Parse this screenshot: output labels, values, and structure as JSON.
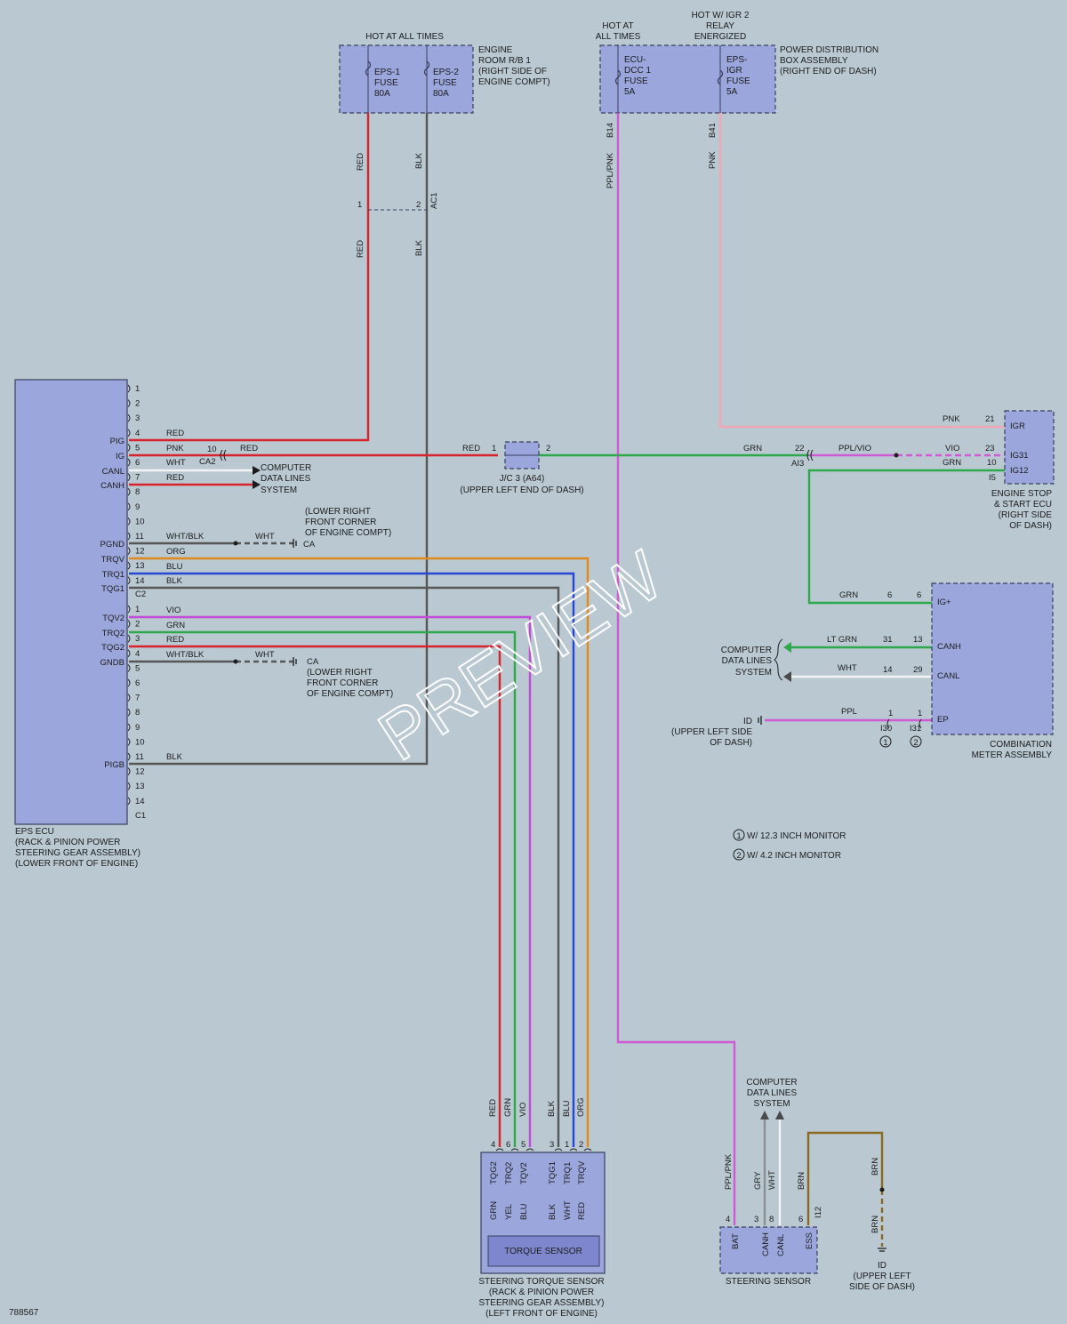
{
  "diagram_id": "788567",
  "watermark": "PREVIEW",
  "colors": {
    "red": "#d8232a",
    "blk": "#565656",
    "pnk": "#f2a7b9",
    "ppl_pnk": "#cf5ad4",
    "grn": "#2ea84a",
    "vio": "#c44ad8",
    "org": "#e08a1e",
    "blu": "#2646d8",
    "yel": "#e6d22e",
    "wht": "#f4f4f4",
    "brn": "#8a6a22",
    "gry": "#8e8e8e",
    "component": "#9ba6dc",
    "background": "#b9c8d1"
  },
  "fuse_box_1": {
    "header": "HOT AT ALL TIMES",
    "location": [
      "ENGINE",
      "ROOM R/B 1",
      "(RIGHT SIDE OF",
      "ENGINE COMPT)"
    ],
    "fuse_a": [
      "EPS-1",
      "FUSE",
      "80A"
    ],
    "fuse_b": [
      "EPS-2",
      "FUSE",
      "80A"
    ]
  },
  "fuse_box_2": {
    "header_a": [
      "HOT AT",
      "ALL TIMES"
    ],
    "header_b": [
      "HOT W/ IGR 2",
      "RELAY",
      "ENERGIZED"
    ],
    "location": [
      "POWER DISTRIBUTION",
      "BOX ASSEMBLY",
      "(RIGHT END OF DASH)"
    ],
    "fuse_a": [
      "ECU-",
      "DCC 1",
      "FUSE",
      "5A"
    ],
    "fuse_b": [
      "EPS-",
      "IGR",
      "FUSE",
      "5A"
    ],
    "pin_a": "B14",
    "pin_b": "B41"
  },
  "eps_ecu": {
    "label": [
      "EPS ECU",
      "(RACK & PINION POWER",
      "STEERING GEAR ASSEMBLY)",
      "(LOWER FRONT OF ENGINE)"
    ],
    "c2_pins": [
      "1",
      "2",
      "3",
      "4",
      "5",
      "6",
      "7",
      "8",
      "9",
      "10",
      "11",
      "12",
      "13",
      "14"
    ],
    "c1_pins": [
      "1",
      "2",
      "3",
      "4",
      "5",
      "6",
      "7",
      "8",
      "9",
      "10",
      "11",
      "12",
      "13",
      "14"
    ],
    "c2_name": "C2",
    "c1_name": "C1",
    "terminals": [
      "PIG",
      "IG",
      "CANL",
      "CANH",
      "PGND",
      "TRQV",
      "TRQ1",
      "TQG1",
      "TQV2",
      "TRQ2",
      "TQG2",
      "GNDB",
      "PIGB"
    ]
  },
  "wires": {
    "red": "RED",
    "blk": "BLK",
    "ppl_pnk": "PPL/PNK",
    "pnk": "PNK",
    "wht": "WHT",
    "wht_blk": "WHT/BLK",
    "org": "ORG",
    "blu": "BLU",
    "vio": "VIO",
    "grn": "GRN",
    "ppl_vio": "PPL/VIO",
    "lt_grn": "LT GRN",
    "ppl": "PPL",
    "brn": "BRN",
    "gry": "GRY",
    "yel": "YEL"
  },
  "connectors": {
    "ac1": "AC1",
    "ac1_pin1": "1",
    "ac1_pin2": "2",
    "ca2": "CA2",
    "ca2_pin": "10",
    "jc3": "J/C 3 (A64)",
    "jc3_loc": "(UPPER LEFT END OF DASH)",
    "jc3_pin1": "1",
    "jc3_pin2": "2",
    "ai3": "AI3",
    "ai3_pin": "22",
    "i5": "I5",
    "i30": "I30",
    "i31": "I31",
    "i12": "I12",
    "ca": "CA",
    "id": "ID"
  },
  "ground_ca": [
    "(LOWER RIGHT",
    "FRONT CORNER",
    "OF ENGINE COMPT)"
  ],
  "computer_data_lines": [
    "COMPUTER",
    "DATA LINES",
    "SYSTEM"
  ],
  "engine_stop_ecu": {
    "label": [
      "ENGINE STOP",
      "& START ECU",
      "(RIGHT SIDE",
      "OF DASH)"
    ],
    "terminals": [
      "IGR",
      "IG31",
      "IG12"
    ],
    "pins": [
      "21",
      "23",
      "10"
    ]
  },
  "combination_meter": {
    "label": [
      "COMBINATION",
      "METER ASSEMBLY"
    ],
    "terminals": [
      "IG+",
      "CANH",
      "CANL",
      "EP"
    ],
    "pins_left": [
      "6",
      "31",
      "14",
      "1"
    ],
    "pins_right": [
      "6",
      "13",
      "29",
      "1"
    ]
  },
  "ground_id": [
    "ID",
    "(UPPER LEFT SIDE",
    "OF DASH)"
  ],
  "ground_id2": [
    "ID",
    "(UPPER LEFT",
    "SIDE OF DASH)"
  ],
  "legend": {
    "item1": "W/ 12.3 INCH MONITOR",
    "item2": "W/ 4.2 INCH MONITOR",
    "mark1": "1",
    "mark2": "2"
  },
  "torque_sensor": {
    "inner": "TORQUE SENSOR",
    "label": [
      "STEERING TORQUE SENSOR",
      "(RACK & PINION POWER",
      "STEERING GEAR ASSEMBLY)",
      "(LEFT FRONT OF ENGINE)"
    ],
    "terminals": [
      "TQG2",
      "TRQ2",
      "TQV2",
      "TQG1",
      "TRQ1",
      "TRQV"
    ],
    "pins": [
      "4",
      "6",
      "5",
      "3",
      "1",
      "2"
    ]
  },
  "steering_sensor": {
    "label": "STEERING SENSOR",
    "terminals": [
      "BAT",
      "CANH",
      "CANL",
      "ESS"
    ],
    "pins": [
      "4",
      "3",
      "8",
      "6"
    ],
    "connector": "I12"
  }
}
